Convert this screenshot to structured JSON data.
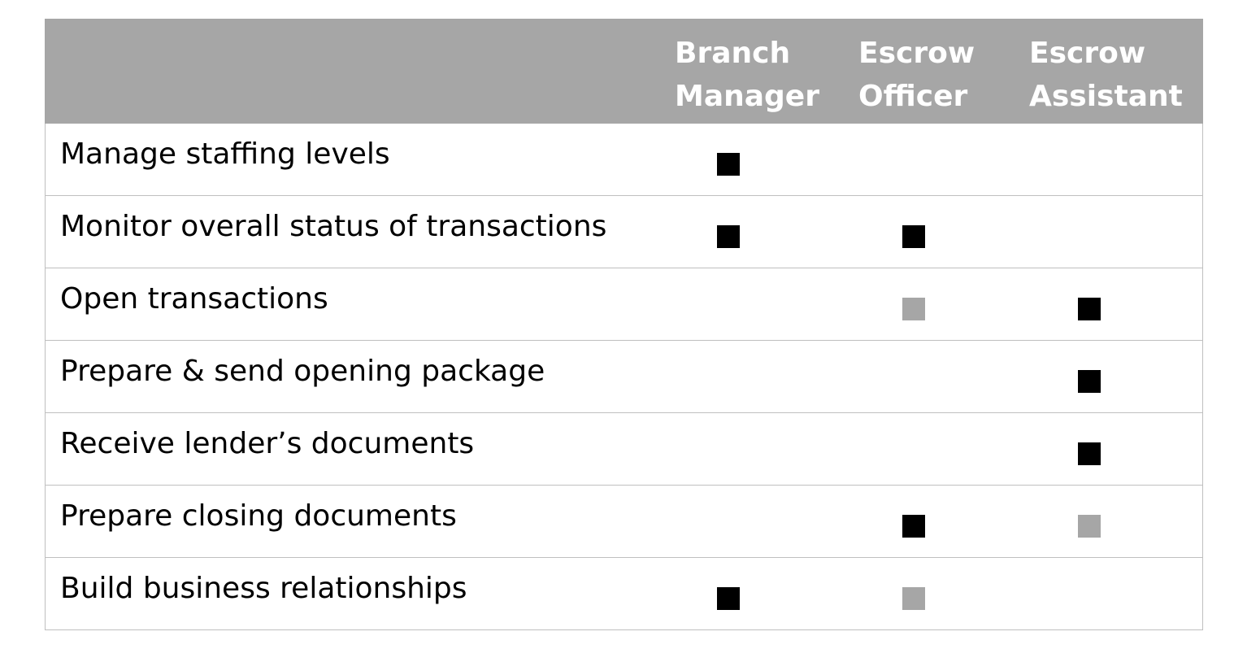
{
  "table": {
    "headers": [
      "",
      "Branch\nManager",
      "Escrow\nOfficer",
      "Escrow\nAssistant"
    ],
    "rows": [
      {
        "task": "Manage staffing levels",
        "marks": [
          "primary",
          "",
          ""
        ]
      },
      {
        "task": "Monitor overall status of transactions",
        "marks": [
          "primary",
          "primary",
          ""
        ]
      },
      {
        "task": "Open transactions",
        "marks": [
          "",
          "secondary",
          "primary"
        ]
      },
      {
        "task": "Prepare & send opening package",
        "marks": [
          "",
          "",
          "primary"
        ]
      },
      {
        "task": "Receive lender’s documents",
        "marks": [
          "",
          "",
          "primary"
        ]
      },
      {
        "task": "Prepare closing documents",
        "marks": [
          "",
          "primary",
          "secondary"
        ]
      },
      {
        "task": "Build business relationships",
        "marks": [
          "primary",
          "secondary",
          ""
        ]
      }
    ]
  },
  "colors": {
    "header_background": "#a6a6a6",
    "header_text": "#ffffff",
    "primary_mark": "#000000",
    "secondary_mark": "#a6a6a6",
    "grid_line": "#bfbfbf"
  }
}
